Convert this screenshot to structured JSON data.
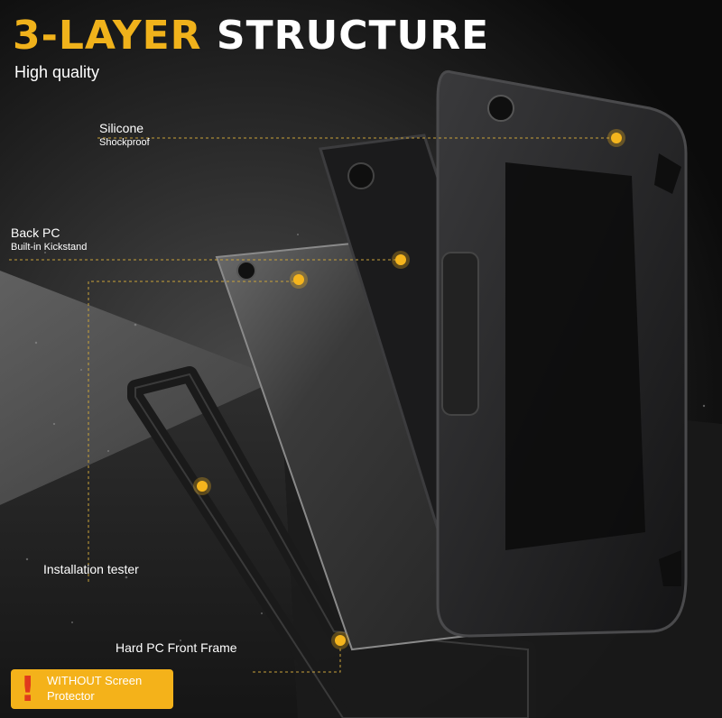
{
  "header": {
    "title_highlight": "3-LAYER",
    "title_rest": "STRUCTURE",
    "subtitle": "High quality"
  },
  "labels": {
    "silicone": {
      "main": "Silicone",
      "sub": "Shockproof"
    },
    "back_pc": {
      "main": "Back PC",
      "sub": "Built-in Kickstand"
    },
    "installation_tester": {
      "main": "Installation tester"
    },
    "front_frame": {
      "main": "Hard PC Front Frame"
    }
  },
  "warning": {
    "icon": "exclamation-icon",
    "text": "WITHOUT Screen Protector"
  },
  "colors": {
    "accent": "#f0b21b",
    "warning_bg": "#f4b21a",
    "warning_mark": "#e03a1c",
    "case_black": "#1c1c1e"
  }
}
